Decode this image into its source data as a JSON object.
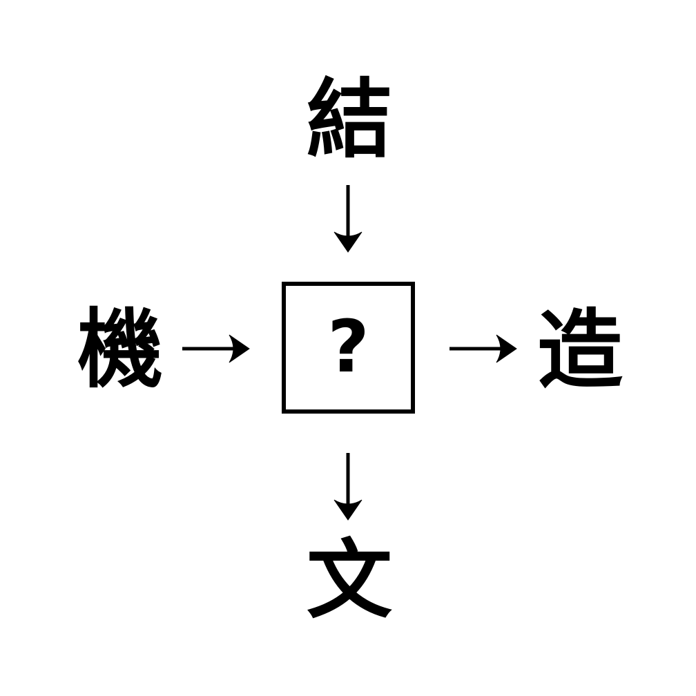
{
  "puzzle": {
    "type": "kanji-radial-association",
    "background_color": "#ffffff",
    "ink_color": "#000000",
    "center": {
      "label": "?",
      "box": "answer-box",
      "note": "unknown character to be filled in"
    },
    "surrounding": {
      "top": "結",
      "left": "機",
      "right": "造",
      "bottom": "文"
    },
    "arrows": [
      {
        "name": "arrow-top-to-center",
        "glyph": "↓",
        "direction": "down",
        "from": "結",
        "to": "?"
      },
      {
        "name": "arrow-left-to-center",
        "glyph": "→",
        "direction": "right",
        "from": "機",
        "to": "?"
      },
      {
        "name": "arrow-center-to-right",
        "glyph": "→",
        "direction": "right",
        "from": "?",
        "to": "造"
      },
      {
        "name": "arrow-center-to-bottom",
        "glyph": "↓",
        "direction": "down",
        "from": "?",
        "to": "文"
      }
    ]
  }
}
